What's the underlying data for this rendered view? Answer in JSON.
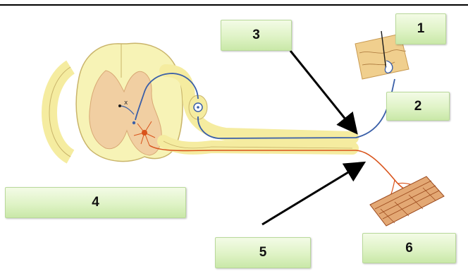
{
  "labels": {
    "box1": "1",
    "box2": "2",
    "box3": "3",
    "box4": "4",
    "box5": "5",
    "box6": "6"
  },
  "colors": {
    "spinal_fill": "#f7f3b6",
    "spinal_outline": "#c9b46a",
    "grey_matter": "#f1cfa2",
    "sensory_fiber": "#3a5fa8",
    "motor_fiber": "#d9541c",
    "nerve_sheath": "#f5eca0",
    "skin": "#f0cf8e",
    "muscle": "#c8743e",
    "arrow": "#000000",
    "label_bg": "#dff3c6"
  }
}
